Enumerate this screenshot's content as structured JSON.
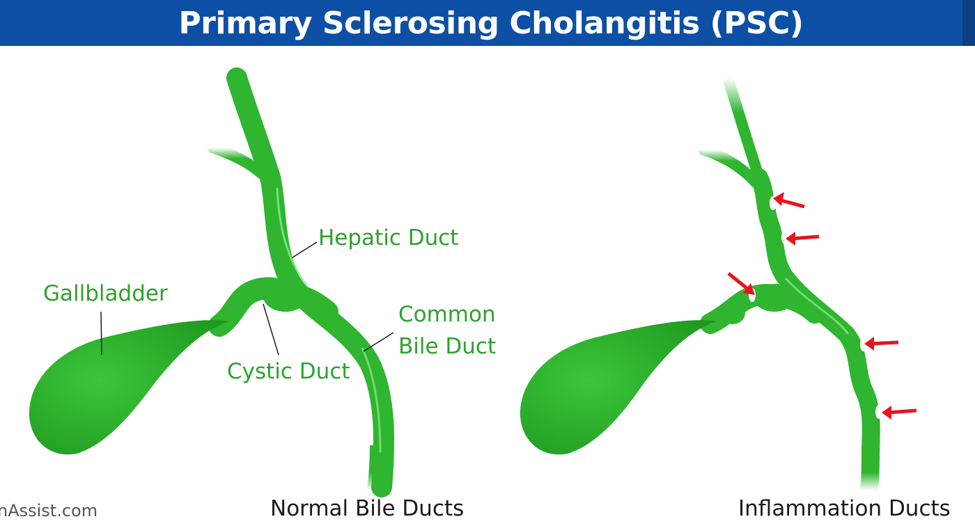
{
  "header": {
    "title": "Primary Sclerosing Cholangitis (PSC)"
  },
  "colors": {
    "header_bg": "#0d4fa4",
    "duct_green": "#2fb52f",
    "label_green": "#2ea12e",
    "arrow_red": "#e8141c"
  },
  "left_panel": {
    "labels": {
      "hepatic_duct": "Hepatic Duct",
      "gallbladder": "Gallbladder",
      "common_bile_duct_line1": "Common",
      "common_bile_duct_line2": "Bile Duct",
      "cystic_duct": "Cystic Duct"
    },
    "caption": "Normal Bile Ducts"
  },
  "right_panel": {
    "caption": "Inflammation Ducts",
    "stricture_arrow_count": 5
  },
  "credit": "nAssist.com"
}
